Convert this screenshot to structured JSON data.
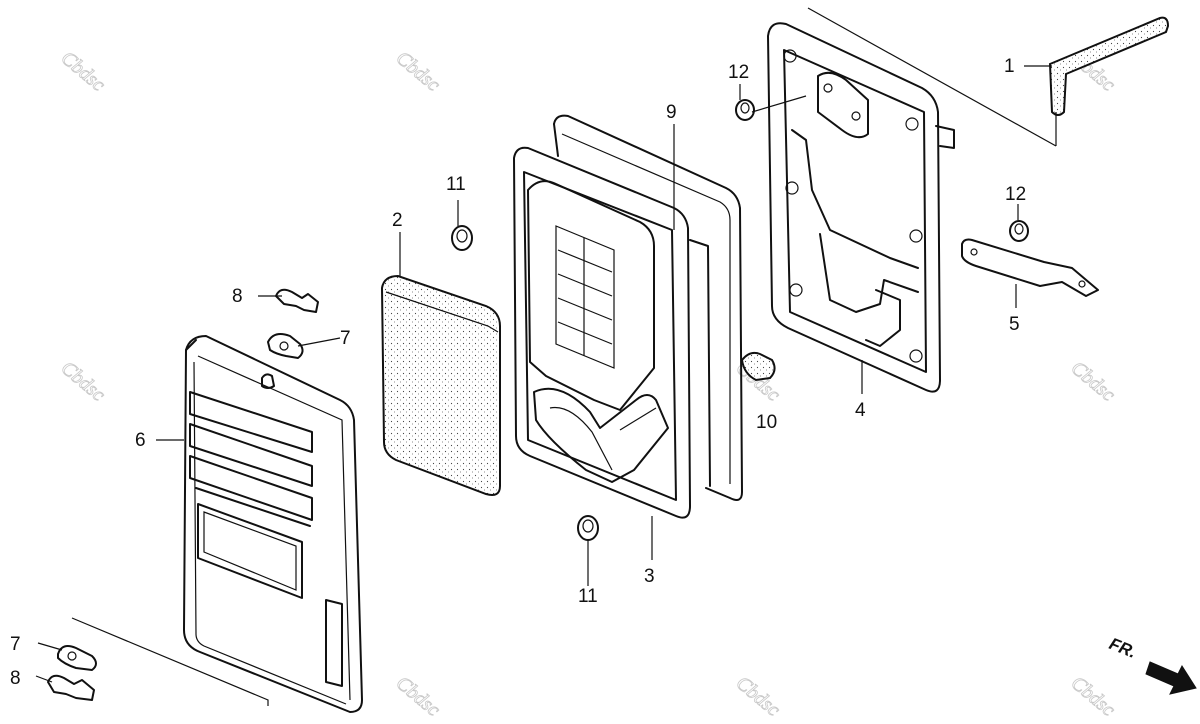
{
  "diagram": {
    "callouts": [
      {
        "id": "c1",
        "label": "1"
      },
      {
        "id": "c2",
        "label": "2"
      },
      {
        "id": "c3",
        "label": "3"
      },
      {
        "id": "c4",
        "label": "4"
      },
      {
        "id": "c5",
        "label": "5"
      },
      {
        "id": "c6",
        "label": "6"
      },
      {
        "id": "c7a",
        "label": "7"
      },
      {
        "id": "c7b",
        "label": "7"
      },
      {
        "id": "c8a",
        "label": "8"
      },
      {
        "id": "c8b",
        "label": "8"
      },
      {
        "id": "c9",
        "label": "9"
      },
      {
        "id": "c10",
        "label": "10"
      },
      {
        "id": "c11a",
        "label": "11"
      },
      {
        "id": "c11b",
        "label": "11"
      },
      {
        "id": "c12a",
        "label": "12"
      },
      {
        "id": "c12b",
        "label": "12"
      }
    ],
    "direction_label": "FR.",
    "watermark": "Cbdsc"
  }
}
